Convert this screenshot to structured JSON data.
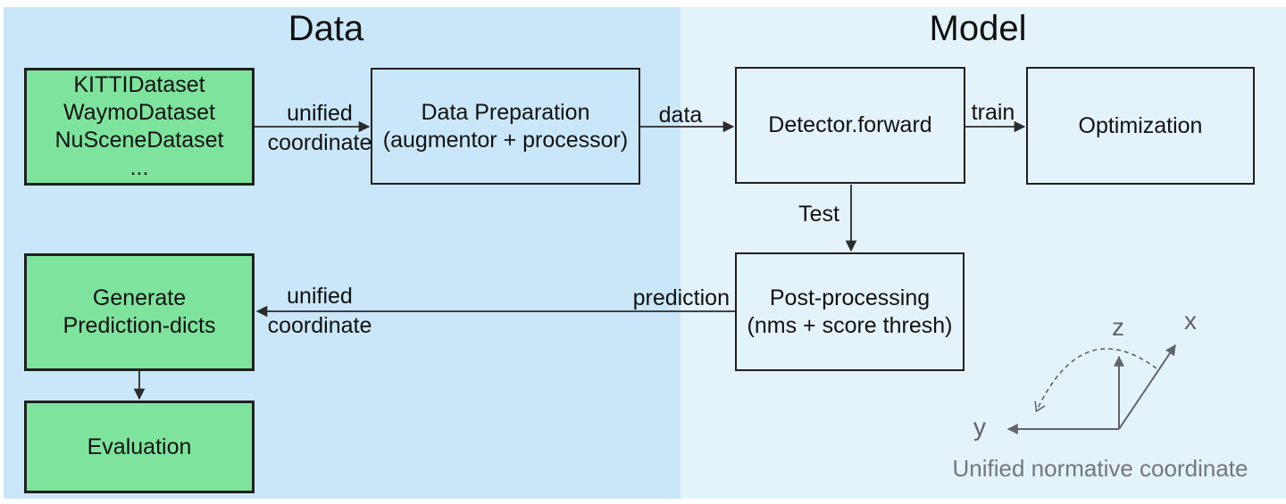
{
  "titles": {
    "data_section": "Data",
    "model_section": "Model"
  },
  "boxes": {
    "datasets": {
      "lines": [
        "KITTIDataset",
        "WaymoDataset",
        "NuSceneDataset",
        "..."
      ]
    },
    "data_preparation": {
      "lines": [
        "Data Preparation",
        "(augmentor + processor)"
      ]
    },
    "detector": {
      "lines": [
        "Detector.forward"
      ]
    },
    "optimization": {
      "lines": [
        "Optimization"
      ]
    },
    "post_processing": {
      "lines": [
        "Post-processing",
        "(nms + score thresh)"
      ]
    },
    "generate_prediction": {
      "lines": [
        "Generate",
        "Prediction-dicts"
      ]
    },
    "evaluation": {
      "lines": [
        "Evaluation"
      ]
    }
  },
  "edge_labels": {
    "datasets_to_prep_line1": "unified",
    "datasets_to_prep_line2": "coordinate",
    "prep_to_detector": "data",
    "detector_to_optimization": "train",
    "detector_to_postprocessing": "Test",
    "postprocessing_to_generate": "prediction",
    "postprocessing_to_generate_line1": "unified",
    "postprocessing_to_generate_line2": "coordinate"
  },
  "axes": {
    "x_label": "x",
    "y_label": "y",
    "z_label": "z",
    "caption": "Unified normative coordinate"
  },
  "colors": {
    "left_panel_bg": "#c9e7f8",
    "right_panel_bg": "#e4f2fa",
    "green_box_bg": "#7ee39d",
    "box_border": "#1f1f1f",
    "arrow_color": "#2b2b2b",
    "axis_color": "#5f6468",
    "caption_color": "#73787d",
    "text_color": "#111111"
  }
}
